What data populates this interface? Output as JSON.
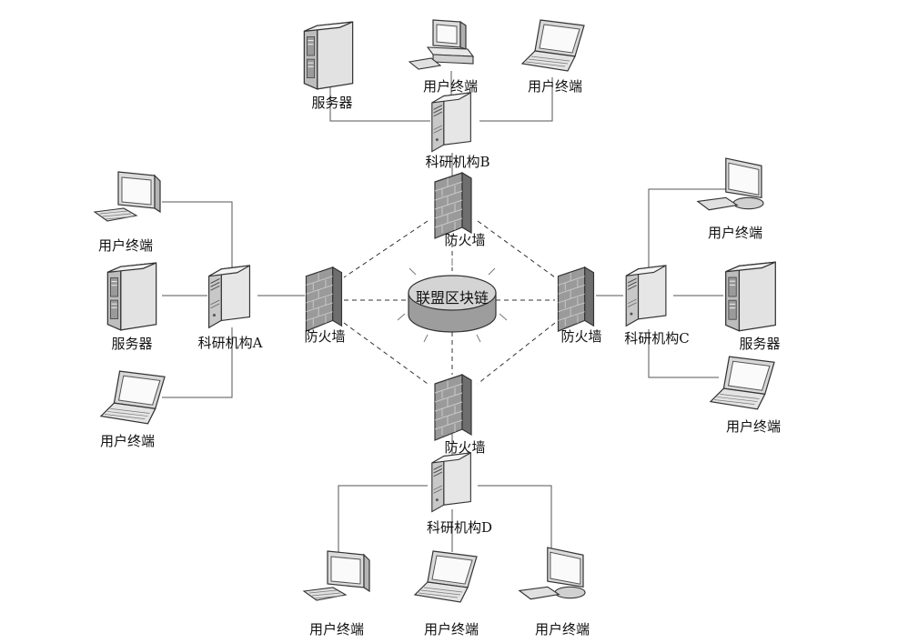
{
  "hub": {
    "label": "联盟区块链"
  },
  "firewall_label": "防火墙",
  "terminal_label": "用户终端",
  "server_label": "服务器",
  "institutions": {
    "A": {
      "label": "科研机构A"
    },
    "B": {
      "label": "科研机构B"
    },
    "C": {
      "label": "科研机构C"
    },
    "D": {
      "label": "科研机构D"
    }
  },
  "colors": {
    "line": "#555555",
    "device": "#d9d9d9",
    "device_dark": "#8c8c8c",
    "firewall": "#8a8a8a"
  }
}
